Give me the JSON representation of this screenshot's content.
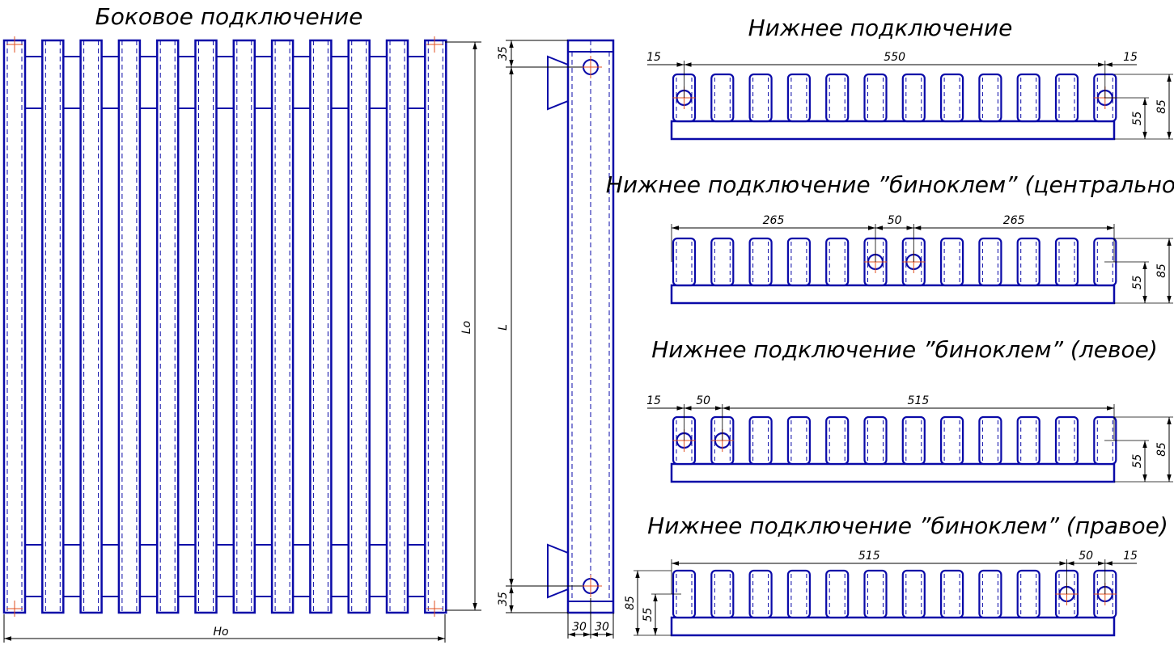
{
  "side_view": {
    "title": "Боковое подключение",
    "tubes": 12,
    "dim_width": "Hо",
    "dim_height": "Lо"
  },
  "profile_view": {
    "dim_length": "L",
    "dim_top": "35",
    "dim_bottom": "35",
    "dim_depth_a": "30",
    "dim_depth_b": "30"
  },
  "bottom_views": [
    {
      "title": "Нижнее подключение",
      "ports": [
        0,
        11
      ],
      "dims": [
        {
          "text": "15"
        },
        {
          "text": "550"
        },
        {
          "text": "15"
        }
      ],
      "h_small": "55",
      "h_big": "85",
      "dim_side": "right"
    },
    {
      "title": "Нижнее подключение ”биноклем” (центральное)",
      "ports": [
        5,
        6
      ],
      "dims": [
        {
          "text": "265"
        },
        {
          "text": "50"
        },
        {
          "text": "265"
        }
      ],
      "h_small": "55",
      "h_big": "85",
      "dim_side": "right"
    },
    {
      "title": "Нижнее подключение ”биноклем” (левое)",
      "ports": [
        0,
        1
      ],
      "dims": [
        {
          "text": "15"
        },
        {
          "text": "50"
        },
        {
          "text": "515"
        }
      ],
      "h_small": "55",
      "h_big": "85",
      "dim_side": "right"
    },
    {
      "title": "Нижнее подключение ”биноклем” (правое)",
      "ports": [
        10,
        11
      ],
      "dims": [
        {
          "text": "515"
        },
        {
          "text": "50"
        },
        {
          "text": "15"
        }
      ],
      "h_small": "55",
      "h_big": "85",
      "dim_side": "left"
    }
  ],
  "colors": {
    "outline": "#0a0aa8",
    "dim_line": "#000000",
    "center_mark": "#e05020"
  }
}
